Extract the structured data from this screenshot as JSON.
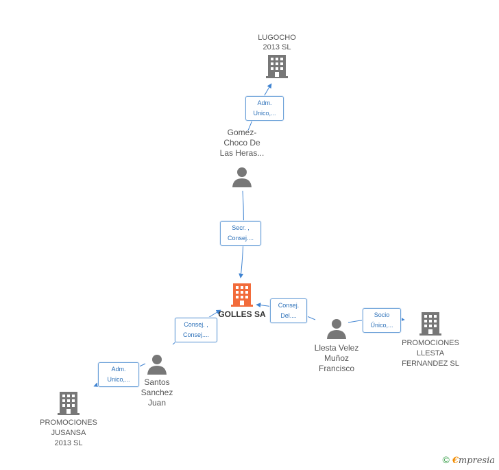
{
  "colors": {
    "company": "#777777",
    "company_center": "#f26b3a",
    "person": "#777777",
    "edge": "#3f83d1",
    "label_text": "#2a6fb8"
  },
  "nodes": {
    "lugocho": {
      "label": "LUGOCHO\n2013 SL",
      "type": "company",
      "icon": "building-icon"
    },
    "gomez": {
      "label": "Gomez-\nChoco De\nLas Heras...",
      "type": "person",
      "icon": "person-icon"
    },
    "golles": {
      "label": "GOLLES SA",
      "type": "company-center",
      "icon": "building-icon"
    },
    "llesta_person": {
      "label": "Llesta Velez\nMuñoz\nFrancisco",
      "type": "person",
      "icon": "person-icon"
    },
    "promociones_llesta": {
      "label": "PROMOCIONES\nLLESTA\nFERNANDEZ  SL",
      "type": "company",
      "icon": "building-icon"
    },
    "santos": {
      "label": "Santos\nSanchez\nJuan",
      "type": "person",
      "icon": "person-icon"
    },
    "promociones_jusansa": {
      "label": "PROMOCIONES\nJUSANSA\n2013 SL",
      "type": "company",
      "icon": "building-icon"
    }
  },
  "relations": {
    "gomez_lugocho": {
      "line1": "Adm.",
      "line2": "Unico,..."
    },
    "gomez_golles": {
      "line1": "Secr. ,",
      "line2": "Consej...."
    },
    "llesta_golles": {
      "line1": "Consej.",
      "line2": "Del...."
    },
    "llesta_promociones": {
      "line1": "Socio",
      "line2": "Único,..."
    },
    "santos_golles": {
      "line1": "Consej. ,",
      "line2": "Consej...."
    },
    "santos_jusansa": {
      "line1": "Adm.",
      "line2": "Unico,..."
    }
  },
  "footer": {
    "copyright": "©",
    "brand_first": "€",
    "brand_rest": "mpresia"
  }
}
